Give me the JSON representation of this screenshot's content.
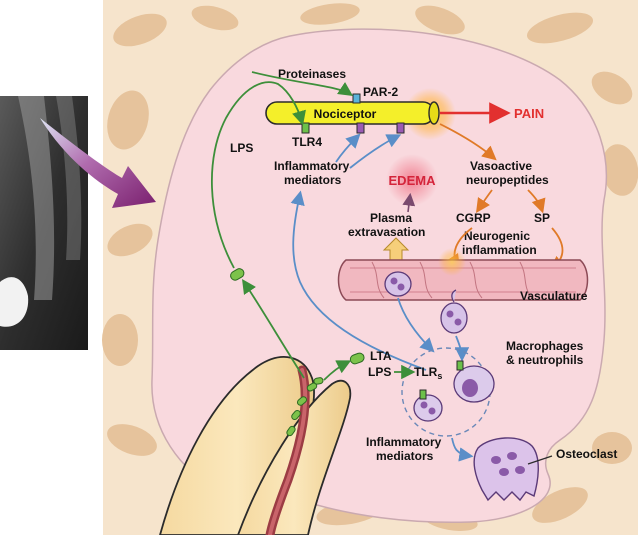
{
  "labels": {
    "proteinases": "Proteinases",
    "par2": "PAR-2",
    "nociceptor": "Nociceptor",
    "pain": "PAIN",
    "lps_top": "LPS",
    "tlr4": "TLR4",
    "inflammatory_mediators_top_1": "Inflammatory",
    "inflammatory_mediators_top_2": "mediators",
    "vasoactive_1": "Vasoactive",
    "vasoactive_2": "neuropeptides",
    "edema": "EDEMA",
    "plasma_1": "Plasma",
    "plasma_2": "extravasation",
    "cgrp": "CGRP",
    "sp": "SP",
    "neurogenic_1": "Neurogenic",
    "neurogenic_2": "inflammation",
    "vasculature": "Vasculature",
    "macrophages_1": "Macrophages",
    "macrophages_2": "& neutrophils",
    "lta": "LTA",
    "lps_bottom": "LPS",
    "tlrs": "TLR",
    "tlrs_sub": "s",
    "inflammatory_mediators_bottom_1": "Inflammatory",
    "inflammatory_mediators_bottom_2": "mediators",
    "osteoclast": "Osteoclast"
  },
  "colors": {
    "bone_bg": "#f6e4cc",
    "trabecula": "#e6c39c",
    "lesion": "#f9d9de",
    "lesion_stroke": "#caa9b0",
    "nociceptor_fill": "#f4ef2a",
    "pain_arrow": "#e2302f",
    "edema_text": "#d4243a",
    "green_arrow": "#3d8f3a",
    "blue_arrow": "#5a8ec8",
    "orange_arrow": "#e07a28",
    "bacteria": "#7cc24a",
    "vessel": "#f1b8c0",
    "cell_purple": "#8a5aa8"
  }
}
